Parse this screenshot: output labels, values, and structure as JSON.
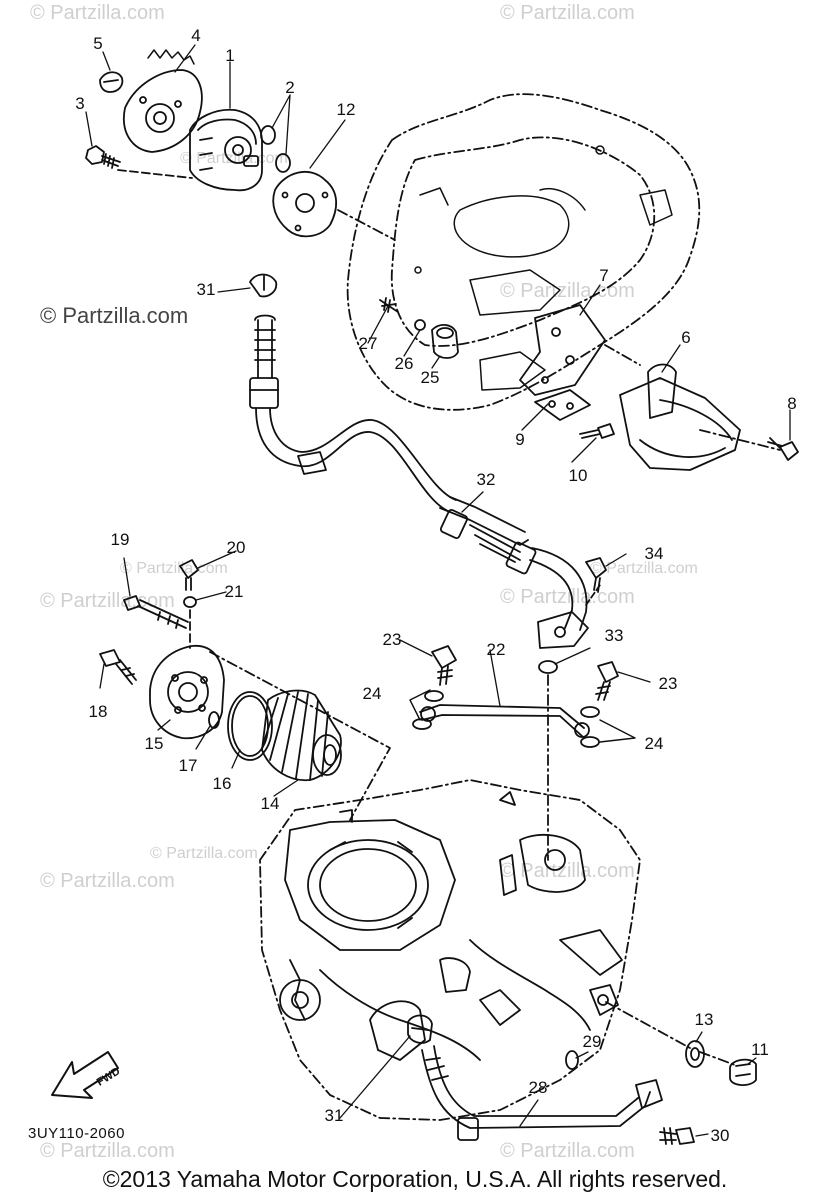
{
  "watermarks": [
    {
      "id": "wm-1",
      "text": "© Partzilla.com"
    },
    {
      "id": "wm-2",
      "text": "© Partzilla.com"
    },
    {
      "id": "wm-3",
      "text": "© Partzilla.com"
    },
    {
      "id": "wm-4",
      "text": "© Partzilla.com"
    },
    {
      "id": "wm-5",
      "text": "© Partzilla.com"
    },
    {
      "id": "wm-6",
      "text": "© Partzilla.com"
    },
    {
      "id": "wm-7",
      "text": "© Partzilla.com"
    },
    {
      "id": "wm-8",
      "text": "© Partzilla.com"
    },
    {
      "id": "wm-9",
      "text": "© Partzilla.com"
    },
    {
      "id": "wm-10",
      "text": "© Partzilla.com"
    },
    {
      "id": "wm-11",
      "text": "© Partzilla.com"
    },
    {
      "id": "wm-12",
      "text": "© Partzilla.com"
    },
    {
      "id": "wm-13",
      "text": "© Partzilla.com"
    },
    {
      "id": "wm-14",
      "text": "© Partzilla.com"
    }
  ],
  "callouts": [
    "1",
    "2",
    "3",
    "4",
    "5",
    "6",
    "7",
    "8",
    "9",
    "10",
    "11",
    "12",
    "13",
    "14",
    "15",
    "16",
    "17",
    "18",
    "19",
    "20",
    "21",
    "22",
    "23",
    "23",
    "24",
    "24",
    "25",
    "26",
    "27",
    "28",
    "29",
    "30",
    "31",
    "31",
    "32",
    "33",
    "34"
  ],
  "fwd_label": "FWD",
  "diagram_code": "3UY110-2060",
  "copyright": "©2013 Yamaha Motor Corporation, U.S.A. All rights reserved."
}
